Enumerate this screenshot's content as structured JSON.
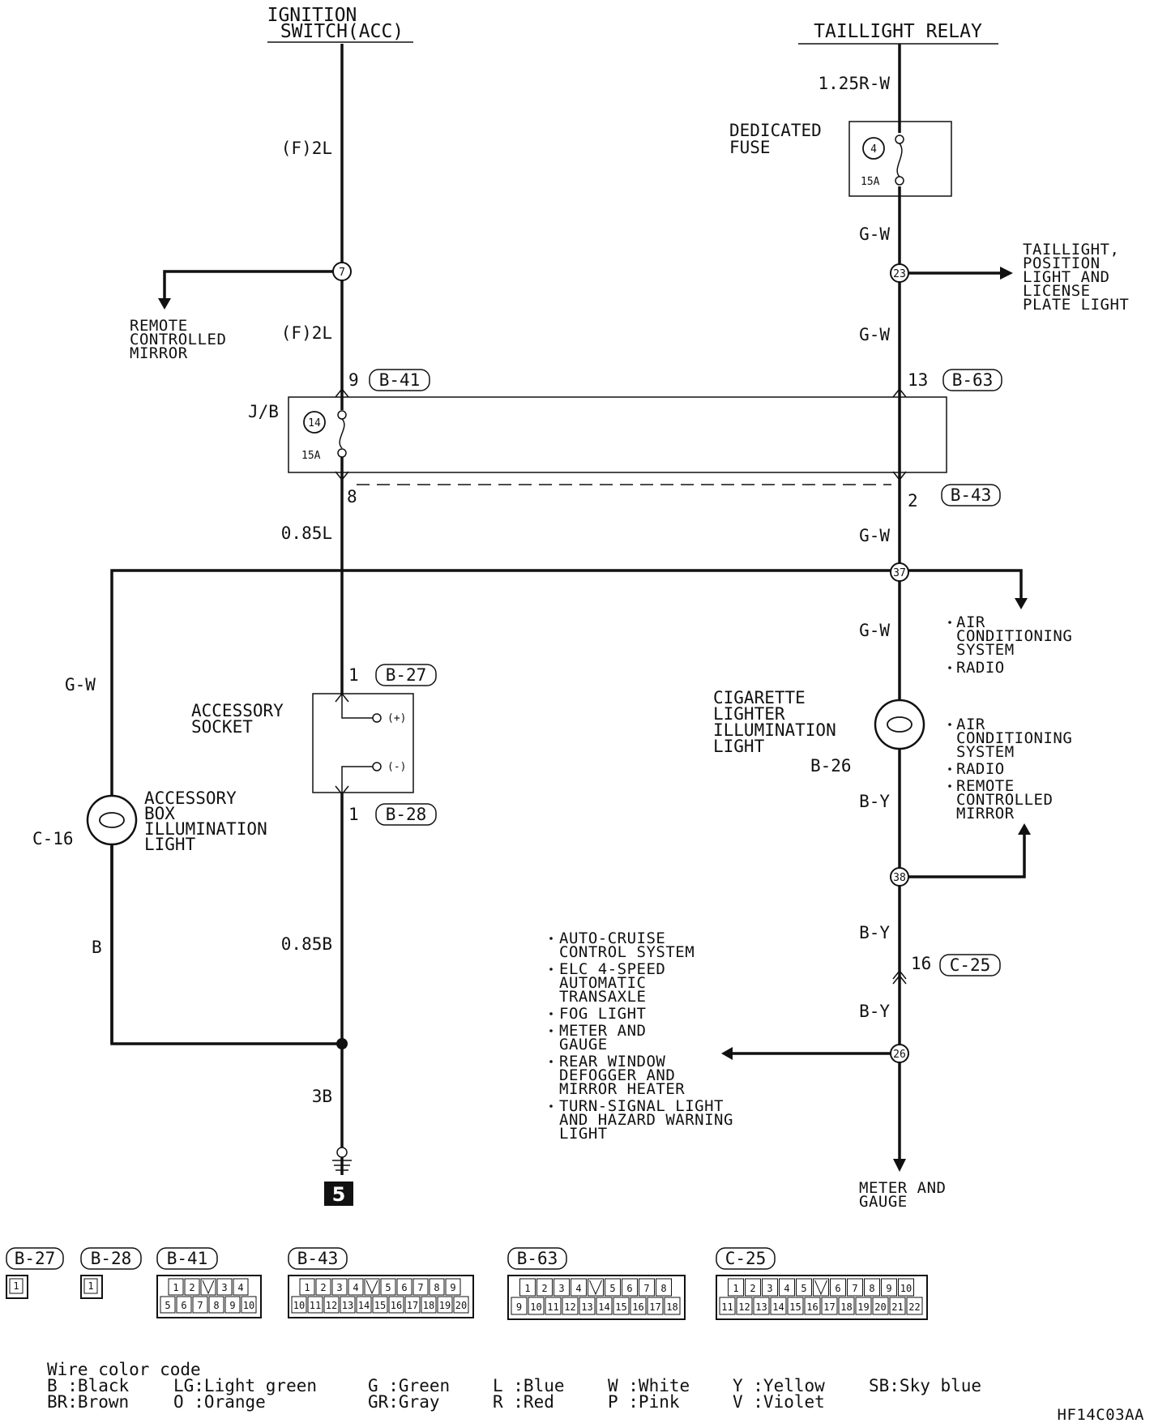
{
  "sources": {
    "ignition": [
      "IGNITION",
      "SWITCH(ACC)"
    ],
    "taillight_relay": "TAILLIGHT RELAY"
  },
  "wires": {
    "f2l_top": "(F)2L",
    "f2l_mid": "(F)2L",
    "r125": "1.25R-W",
    "gw_1": "G-W",
    "gw_2": "G-W",
    "gw_3": "G-W",
    "gw_4": "G-W",
    "gw_left": "G-W",
    "l085": "0.85L",
    "b085": "0.85B",
    "b3": "3B",
    "b_left": "B",
    "by_1": "B-Y",
    "by_2": "B-Y",
    "by_3": "B-Y"
  },
  "fuses": {
    "dedicated": {
      "label": [
        "DEDICATED",
        "FUSE"
      ],
      "number": "4",
      "rating": "15A"
    },
    "jb": {
      "label": "J/B",
      "number": "14",
      "rating": "15A"
    }
  },
  "junctions": {
    "j7": "7",
    "j23": "23",
    "j37": "37",
    "j38": "38",
    "j26": "26"
  },
  "connectors": {
    "b41": {
      "pin": "9",
      "name": "B-41"
    },
    "b63": {
      "pin": "13",
      "name": "B-63"
    },
    "b43": {
      "pin": "2",
      "name": "B-43"
    },
    "jb_out_pin": "8",
    "b27": {
      "pin": "1",
      "name": "B-27"
    },
    "b28": {
      "pin": "1",
      "name": "B-28"
    },
    "c25": {
      "pin": "16",
      "name": "C-25"
    }
  },
  "destinations": {
    "remote_mirror": [
      "REMOTE",
      "CONTROLLED",
      "MIRROR"
    ],
    "taillight": [
      "TAILLIGHT,",
      "POSITION",
      "LIGHT AND",
      "LICENSE",
      "PLATE LIGHT"
    ],
    "list1": [
      "AIR",
      "CONDITIONING",
      "SYSTEM",
      "RADIO"
    ],
    "list2": [
      "AIR",
      "CONDITIONING",
      "SYSTEM",
      "RADIO",
      "REMOTE",
      "CONTROLLED",
      "MIRROR"
    ],
    "list3": [
      "AUTO-CRUISE",
      "CONTROL SYSTEM",
      "ELC 4-SPEED",
      "AUTOMATIC",
      "TRANSAXLE",
      "FOG LIGHT",
      "METER AND",
      "GAUGE",
      "REAR WINDOW",
      "DEFOGGER AND",
      "MIRROR HEATER",
      "TURN-SIGNAL LIGHT",
      "AND HAZARD WARNING",
      "LIGHT"
    ],
    "meter": [
      "METER AND",
      "GAUGE"
    ]
  },
  "components": {
    "socket": [
      "ACCESSORY",
      "SOCKET"
    ],
    "socket_plus": "(+)",
    "socket_minus": "(-)",
    "acc_box_light": [
      "ACCESSORY",
      "BOX",
      "ILLUMINATION",
      "LIGHT"
    ],
    "acc_box_code": "C-16",
    "cig_light": [
      "CIGARETTE",
      "LIGHTER",
      "ILLUMINATION",
      "LIGHT"
    ],
    "cig_code": "B-26"
  },
  "ground": "5",
  "connector_views": [
    {
      "name": "B-27",
      "rows": [
        [
          "1"
        ]
      ]
    },
    {
      "name": "B-28",
      "rows": [
        [
          "1"
        ]
      ]
    },
    {
      "name": "B-41",
      "rows": [
        [
          "1",
          "2",
          "",
          "3",
          "4"
        ],
        [
          "5",
          "6",
          "7",
          "8",
          "9",
          "10"
        ]
      ]
    },
    {
      "name": "B-43",
      "rows": [
        [
          "1",
          "2",
          "3",
          "4",
          "",
          "5",
          "6",
          "7",
          "8",
          "9"
        ],
        [
          "10",
          "11",
          "12",
          "13",
          "14",
          "15",
          "16",
          "17",
          "18",
          "19",
          "20"
        ]
      ]
    },
    {
      "name": "B-63",
      "rows": [
        [
          "1",
          "2",
          "3",
          "4",
          "",
          "5",
          "6",
          "7",
          "8"
        ],
        [
          "9",
          "10",
          "11",
          "12",
          "13",
          "14",
          "15",
          "16",
          "17",
          "18"
        ]
      ]
    },
    {
      "name": "C-25",
      "rows": [
        [
          "1",
          "2",
          "3",
          "4",
          "5",
          "",
          "6",
          "7",
          "8",
          "9",
          "10"
        ],
        [
          "11",
          "12",
          "13",
          "14",
          "15",
          "16",
          "17",
          "18",
          "19",
          "20",
          "21",
          "22"
        ]
      ]
    }
  ],
  "legend": {
    "title": "Wire color code",
    "row1": [
      "B :Black",
      "LG:Light green",
      "G :Green",
      "L :Blue",
      "W :White",
      "Y :Yellow",
      "SB:Sky blue"
    ],
    "row2": [
      "BR:Brown",
      "O :Orange",
      "GR:Gray",
      "R :Red",
      "P :Pink",
      "V :Violet"
    ]
  },
  "figure_code": "HF14C03AA"
}
